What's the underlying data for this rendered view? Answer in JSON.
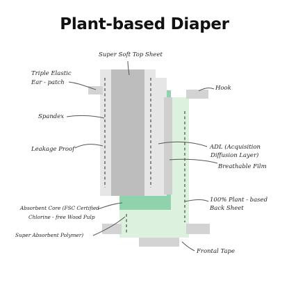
{
  "title": "Plant-based Diaper",
  "labels": {
    "top_sheet": "Super Soft Top Sheet",
    "elastic_1": "Triple Elastic",
    "elastic_2": "Ear - patch",
    "hook": "Hook",
    "spandex": "Spandex",
    "leakage": "Leakage Proof",
    "adl_1": "ADL (Acquisition",
    "adl_2": "Diffusion Layer)",
    "breathable": "Breathable Film",
    "back_1": "100% Plant - based",
    "back_2": "Back Sheet",
    "core_1": "Absorbent Core (FSC Certified",
    "core_2": "Chlorine - free Wood Pulp",
    "sap": "Super Absorbent Polymer)",
    "frontal": "Frontal Tape"
  },
  "colors": {
    "light_gray": "#e6e6e6",
    "mid_gray": "#cfcfcf",
    "dark_gray": "#bdbdbd",
    "green": "#8fd3ad",
    "pale_green": "#dcf2df",
    "line": "#555555"
  }
}
